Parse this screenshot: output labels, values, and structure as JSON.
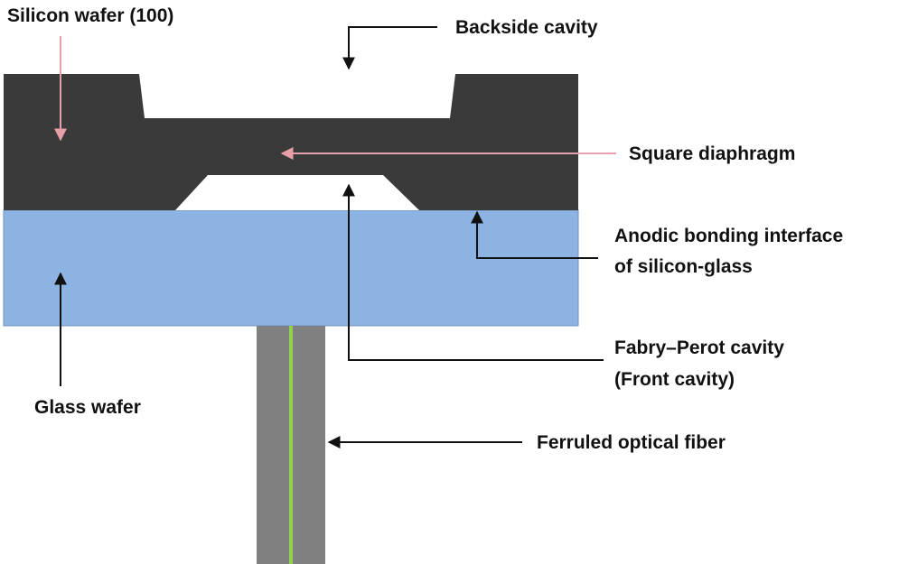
{
  "labels": {
    "silicon_wafer": "Silicon wafer (100)",
    "backside_cavity": "Backside cavity",
    "square_diaphragm": "Square diaphragm",
    "anodic_line1": "Anodic bonding interface",
    "anodic_line2": "of silicon-glass",
    "fp_line1": "Fabry–Perot cavity",
    "fp_line2": "(Front cavity)",
    "glass_wafer": "Glass wafer",
    "optical_fiber": "Ferruled optical fiber"
  },
  "colors": {
    "silicon": "#3a3a3a",
    "glass": "#8db3e2",
    "glass_edge": "#6f93c4",
    "ferrule": "#808080",
    "fiber_core": "#92d050",
    "pink_arrow": "#e8a0a8",
    "black_arrow": "#111111",
    "cavity": "#ffffff"
  }
}
